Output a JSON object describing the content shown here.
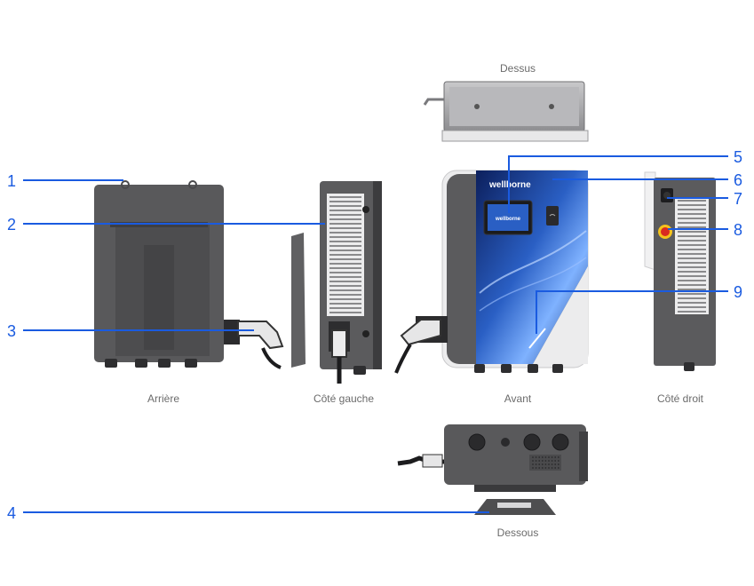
{
  "colors": {
    "accent": "#1a5be0",
    "body_dark": "#5a5a5c",
    "body_darker": "#404042",
    "body_light": "#e9e9ea",
    "screen_blue": "#1f4aa6",
    "estop_red": "#d92b20",
    "estop_yellow": "#f5c21b",
    "label": "#6b6b6b"
  },
  "views": {
    "top": "Dessus",
    "rear": "Arrière",
    "left": "Côté gauche",
    "front": "Avant",
    "right": "Côté droit",
    "bottom": "Dessous"
  },
  "brand": "wellborne",
  "callouts": [
    "1",
    "2",
    "3",
    "4",
    "5",
    "6",
    "7",
    "8",
    "9"
  ]
}
